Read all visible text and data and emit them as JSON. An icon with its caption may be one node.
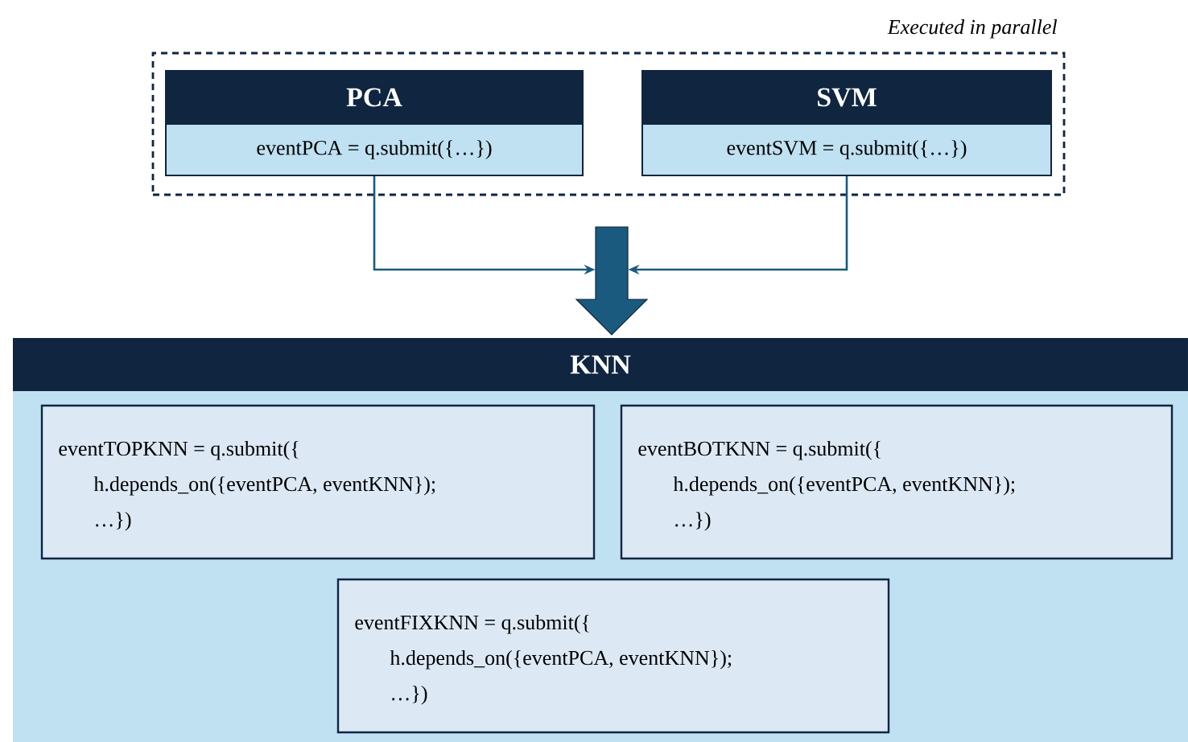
{
  "diagram": {
    "nodes": [
      {
        "text": [
          "Executed in parallel"
        ]
      },
      {
        "text": [
          "PCA",
          "eventPCA = q.submit({…})"
        ],
        "in": 0
      },
      {
        "text": [
          "SVM",
          "eventSVM = q.submit({…})"
        ],
        "in": 0
      },
      {
        "text": [],
        "shape": "arrow"
      },
      {
        "text": [
          "KNN"
        ]
      },
      {
        "text": [
          "eventTOPKNN = q.submit({",
          "h.depends_on({eventPCA, eventKNN});",
          "…})"
        ],
        "in": 4
      },
      {
        "text": [
          "eventBOTKNN = q.submit({",
          "h.depends_on({eventPCA, eventKNN});",
          "…})"
        ],
        "in": 4
      },
      {
        "text": [
          "eventFIXKNN = q.submit({",
          "h.depends_on({eventPCA, eventKNN});",
          "…})"
        ],
        "in": 4
      }
    ],
    "edges": [
      {
        "from": 1,
        "to": 3,
        "arrow": "to"
      },
      {
        "from": 2,
        "to": 3,
        "arrow": "to"
      }
    ]
  }
}
